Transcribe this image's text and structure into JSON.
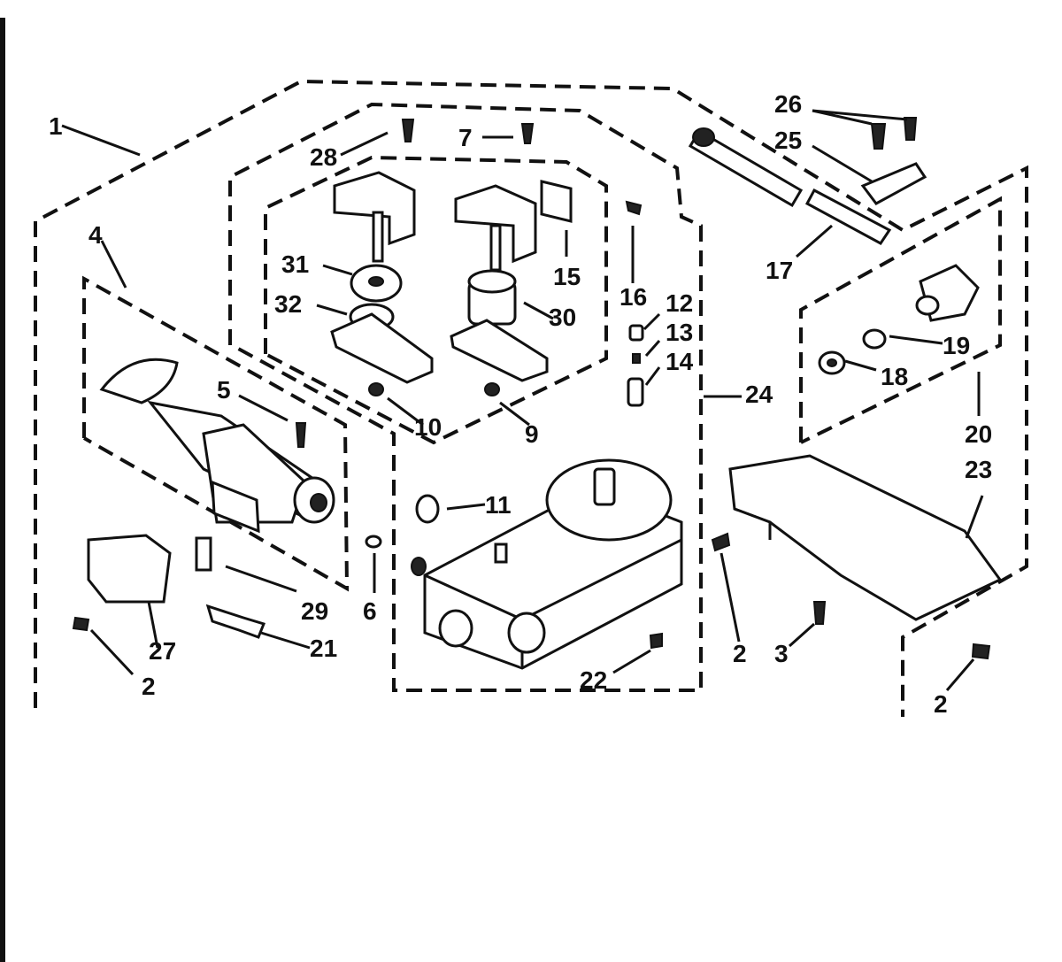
{
  "callouts": [
    {
      "id": "c1",
      "text": "1"
    },
    {
      "id": "c2a",
      "text": "2"
    },
    {
      "id": "c2b",
      "text": "2"
    },
    {
      "id": "c2c",
      "text": "2"
    },
    {
      "id": "c3",
      "text": "3"
    },
    {
      "id": "c4",
      "text": "4"
    },
    {
      "id": "c5",
      "text": "5"
    },
    {
      "id": "c6",
      "text": "6"
    },
    {
      "id": "c7",
      "text": "7"
    },
    {
      "id": "c9",
      "text": "9"
    },
    {
      "id": "c10",
      "text": "10"
    },
    {
      "id": "c11",
      "text": "11"
    },
    {
      "id": "c12",
      "text": "12"
    },
    {
      "id": "c13",
      "text": "13"
    },
    {
      "id": "c14",
      "text": "14"
    },
    {
      "id": "c15",
      "text": "15"
    },
    {
      "id": "c16",
      "text": "16"
    },
    {
      "id": "c17",
      "text": "17"
    },
    {
      "id": "c18",
      "text": "18"
    },
    {
      "id": "c19",
      "text": "19"
    },
    {
      "id": "c20",
      "text": "20"
    },
    {
      "id": "c21",
      "text": "21"
    },
    {
      "id": "c22",
      "text": "22"
    },
    {
      "id": "c23",
      "text": "23"
    },
    {
      "id": "c24",
      "text": "24"
    },
    {
      "id": "c25",
      "text": "25"
    },
    {
      "id": "c26",
      "text": "26"
    },
    {
      "id": "c27",
      "text": "27"
    },
    {
      "id": "c28",
      "text": "28"
    },
    {
      "id": "c29",
      "text": "29"
    },
    {
      "id": "c30",
      "text": "30"
    },
    {
      "id": "c31",
      "text": "31"
    },
    {
      "id": "c32",
      "text": "32"
    }
  ]
}
